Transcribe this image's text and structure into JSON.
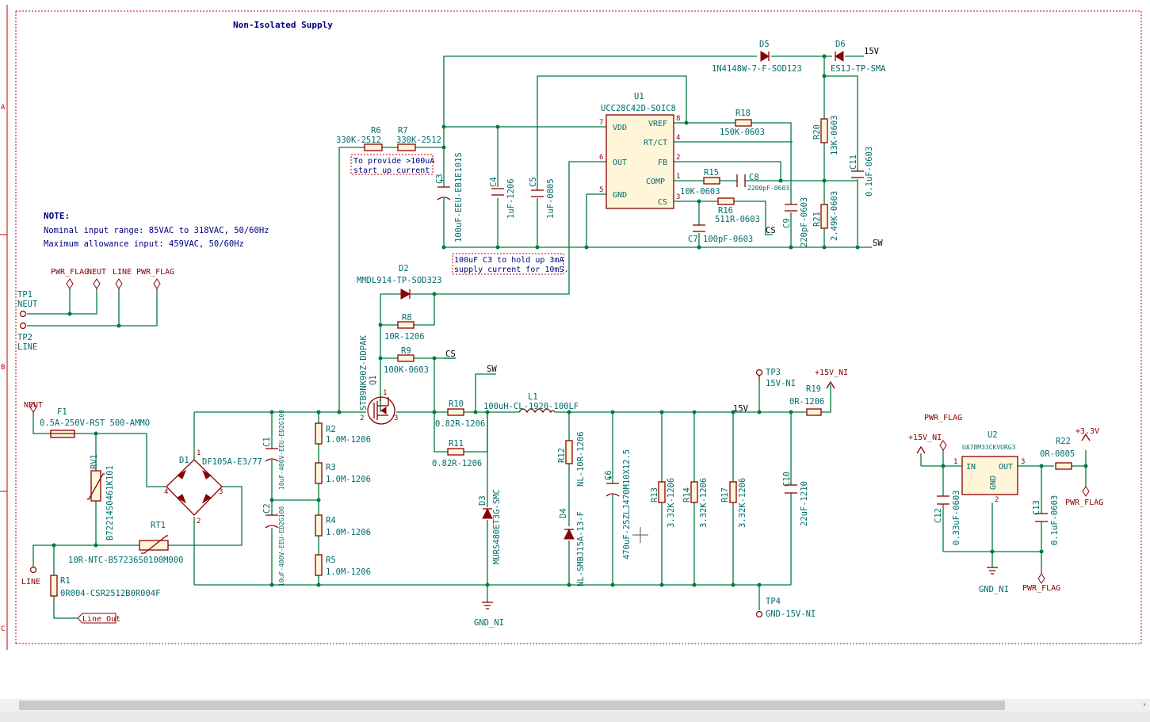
{
  "sheet": {
    "title": "Non-Isolated Supply",
    "border_rows": [
      "A",
      "B",
      "C"
    ]
  },
  "note": {
    "heading": "NOTE:",
    "lines": [
      "Nominal input range: 85VAC to 318VAC, 50/60Hz",
      "Maximum allowance input: 459VAC, 50/60Hz"
    ]
  },
  "annotations": {
    "startup": [
      "To provide >100uA",
      "start up current"
    ],
    "holdup": [
      "100uF C3 to hold up 3mA",
      "supply current for 10mS."
    ]
  },
  "ic_u1": {
    "ref": "U1",
    "part": "UCC28C42D-SOIC8",
    "pins": [
      {
        "num": "7",
        "name": "VDD"
      },
      {
        "num": "6",
        "name": "OUT"
      },
      {
        "num": "5",
        "name": "GND"
      },
      {
        "num": "8",
        "name": "VREF"
      },
      {
        "num": "4",
        "name": "RT/CT"
      },
      {
        "num": "2",
        "name": "FB"
      },
      {
        "num": "1",
        "name": "COMP"
      },
      {
        "num": "3",
        "name": "CS"
      }
    ]
  },
  "ic_u2": {
    "ref": "U2",
    "part": "UA78M33CKVURG3",
    "pins": [
      {
        "num": "1",
        "name": "IN"
      },
      {
        "num": "3",
        "name": "OUT"
      },
      {
        "num": "2",
        "name": "GND"
      }
    ]
  },
  "components": {
    "d5_ref": "D5",
    "d5_val": "1N4148W-7-F-SOD123",
    "d6_ref": "D6",
    "d6_val": "ES1J-TP-SMA",
    "r6_ref": "R6",
    "r6_val": "330K-2512",
    "r7_ref": "R7",
    "r7_val": "330K-2512",
    "c3_ref": "C3",
    "c3_val": "100uF-EEU-EB1E101S",
    "c4_ref": "C4",
    "c4_val": "1uF-1206",
    "c5_ref": "C5",
    "c5_val": "1uF-0805",
    "r18_ref": "R18",
    "r18_val": "150K-0603",
    "r15_ref": "R15",
    "r15_val": "10K-0603",
    "c8_ref": "C8",
    "c8_val": "2200pF-0603",
    "r16_ref": "R16",
    "r16_val": "511R-0603",
    "c7_ref": "C7",
    "c7_val": "100pF-0603",
    "c9_ref": "C9",
    "c9_val": "220pF-0603",
    "r20_ref": "R20",
    "r20_val": "13K-0603",
    "r21_ref": "R21",
    "r21_val": "2.49K-0603",
    "c11_ref": "C11",
    "c11_val": "0.1uF-0603",
    "d2_ref": "D2",
    "d2_val": "MMDL914-TP-SOD323",
    "r8_ref": "R8",
    "r8_val": "10R-1206",
    "r9_ref": "R9",
    "r9_val": "100K-0603",
    "q1_ref": "Q1",
    "q1_val": "STB9NK90Z-DDPAK",
    "r10_ref": "R10",
    "r10_val": "0.82R-1206",
    "r11_ref": "R11",
    "r11_val": "0.82R-1206",
    "l1_ref": "L1",
    "l1_val": "100uH-CL-1920-100LF",
    "f1_ref": "F1",
    "f1_val": "0.5A-250V-RST 500-AMMO",
    "rv1_ref": "RV1",
    "rv1_val": "B72214S0461K101",
    "rt1_ref": "RT1",
    "rt1_val": "10R-NTC-B57236S0100M000",
    "r1_ref": "R1",
    "r1_val": "0R004-CSR2512B0R004F",
    "d1_ref": "D1",
    "d1_val": "DF105A-E3/77",
    "c1_ref": "C1",
    "c1_val": "10uF-400V-EEU-ED2G100",
    "c2_ref": "C2",
    "c2_val": "10uF-400V-EEU-ED2G100",
    "r2_ref": "R2",
    "r2_val": "1.0M-1206",
    "r3_ref": "R3",
    "r3_val": "1.0M-1206",
    "r4_ref": "R4",
    "r4_val": "1.0M-1206",
    "r5_ref": "R5",
    "r5_val": "1.0M-1206",
    "d3_ref": "D3",
    "d3_val": "MURS480ET3G-SMC",
    "r12_ref": "R12",
    "r12_val": "NL-10R-1206",
    "d4_ref": "D4",
    "d4_val": "NL-SMBJ15A-13-F",
    "c6_ref": "C6",
    "c6_val": "470uF-25ZLJ470M10X12.5",
    "r13_ref": "R13",
    "r13_val": "3.32K-1206",
    "r14_ref": "R14",
    "r14_val": "3.32K-1206",
    "r17_ref": "R17",
    "r17_val": "3.32K-1206",
    "c10_ref": "C10",
    "c10_val": "22uF-1210",
    "r19_ref": "R19",
    "r19_val": "0R-1206",
    "c12_ref": "C12",
    "c12_val": "0.33uF-0603",
    "c13_ref": "C13",
    "c13_val": "0.1uF-0603",
    "r22_ref": "R22",
    "r22_val": "0R-0805"
  },
  "nets": {
    "v15": "15V",
    "sw": "SW",
    "cs": "CS",
    "gnd_ni": "GND_NI",
    "pwr_flag": "PWR_FLAG",
    "neut": "NEUT",
    "line": "LINE",
    "p15v_ni": "+15V_NI",
    "p3v3": "+3.3V",
    "line_out": "Line_Out"
  },
  "test_points": {
    "tp1_ref": "TP1",
    "tp1_val": "NEUT",
    "tp2_ref": "TP2",
    "tp2_val": "LINE",
    "tp3_ref": "TP3",
    "tp3_val": "15V-NI",
    "tp4_ref": "TP4",
    "tp4_val": "GND-15V-NI"
  },
  "bridge_pins": [
    "1",
    "2",
    "3",
    "4"
  ],
  "q1_pins": [
    "1",
    "2",
    "3"
  ],
  "colors": {
    "wire": "#007a3d",
    "component": "#8b0000",
    "ref_text": "#006b6b",
    "value_text": "#006b6b",
    "title_text": "#000080",
    "annotation_box": "#c00000",
    "border": "#c00000"
  }
}
